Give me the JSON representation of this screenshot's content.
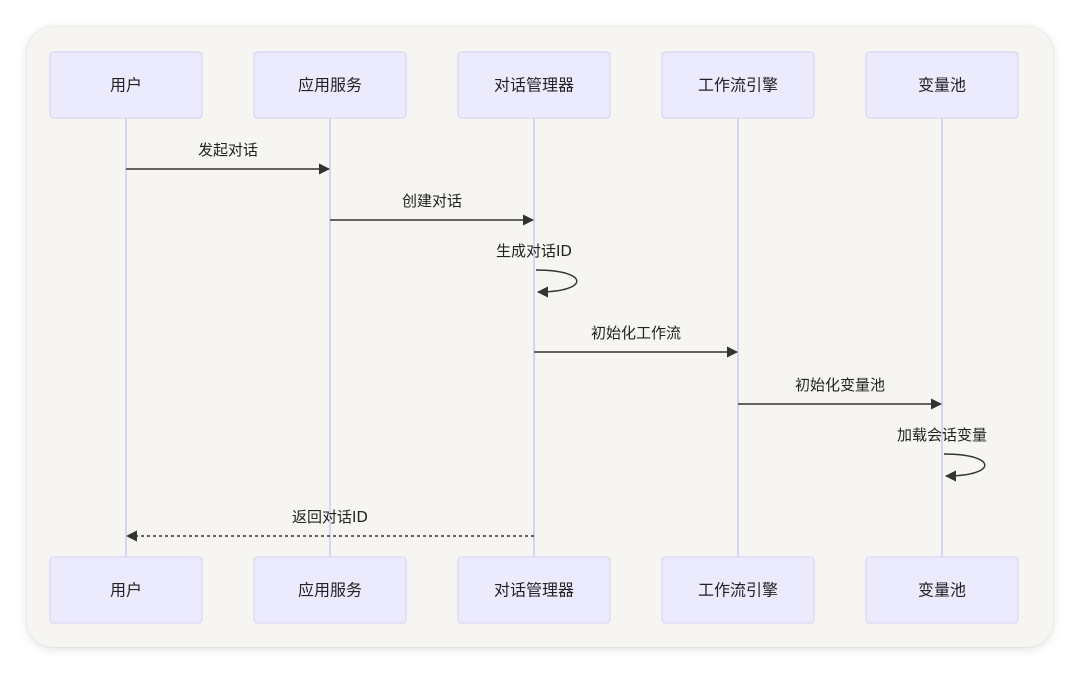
{
  "participants": [
    {
      "id": "user",
      "label": "用户"
    },
    {
      "id": "app",
      "label": "应用服务"
    },
    {
      "id": "conv",
      "label": "对话管理器"
    },
    {
      "id": "wf",
      "label": "工作流引擎"
    },
    {
      "id": "var",
      "label": "变量池"
    }
  ],
  "messages": [
    {
      "from": "user",
      "to": "app",
      "label": "发起对话",
      "style": "solid"
    },
    {
      "from": "app",
      "to": "conv",
      "label": "创建对话",
      "style": "solid"
    },
    {
      "from": "conv",
      "to": "conv",
      "label": "生成对话ID",
      "style": "solid"
    },
    {
      "from": "conv",
      "to": "wf",
      "label": "初始化工作流",
      "style": "solid"
    },
    {
      "from": "wf",
      "to": "var",
      "label": "初始化变量池",
      "style": "solid"
    },
    {
      "from": "var",
      "to": "var",
      "label": "加载会话变量",
      "style": "solid"
    },
    {
      "from": "conv",
      "to": "user",
      "label": "返回对话ID",
      "style": "dashed"
    }
  ]
}
